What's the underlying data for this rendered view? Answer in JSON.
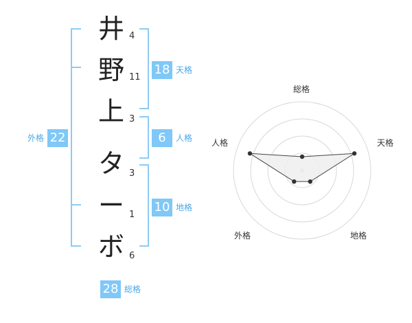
{
  "name": {
    "characters": [
      {
        "char": "井",
        "strokes": "4"
      },
      {
        "char": "野",
        "strokes": "11"
      },
      {
        "char": "上",
        "strokes": "3"
      },
      {
        "char": "タ",
        "strokes": "3"
      },
      {
        "char": "ー",
        "strokes": "1"
      },
      {
        "char": "ボ",
        "strokes": "6"
      }
    ]
  },
  "fortune": {
    "tenkaku": {
      "value": "18",
      "label": "天格"
    },
    "jinkaku": {
      "value": "6",
      "label": "人格"
    },
    "chikaku": {
      "value": "10",
      "label": "地格"
    },
    "gaikaku": {
      "value": "22",
      "label": "外格"
    },
    "soukaku": {
      "value": "28",
      "label": "総格"
    }
  },
  "radar": {
    "axes": [
      "総格",
      "天格",
      "地格",
      "外格",
      "人格"
    ],
    "max": 5,
    "values": [
      1,
      4,
      1,
      1,
      4
    ]
  },
  "colors": {
    "accent": "#7fc8f8",
    "accent_text": "#4aa8e8",
    "bracket": "#8ccbf5",
    "grid": "#d8d8d8",
    "radar_fill": "#efefef",
    "radar_stroke": "#444444",
    "point": "#333333",
    "center_point": "#cccccc"
  }
}
